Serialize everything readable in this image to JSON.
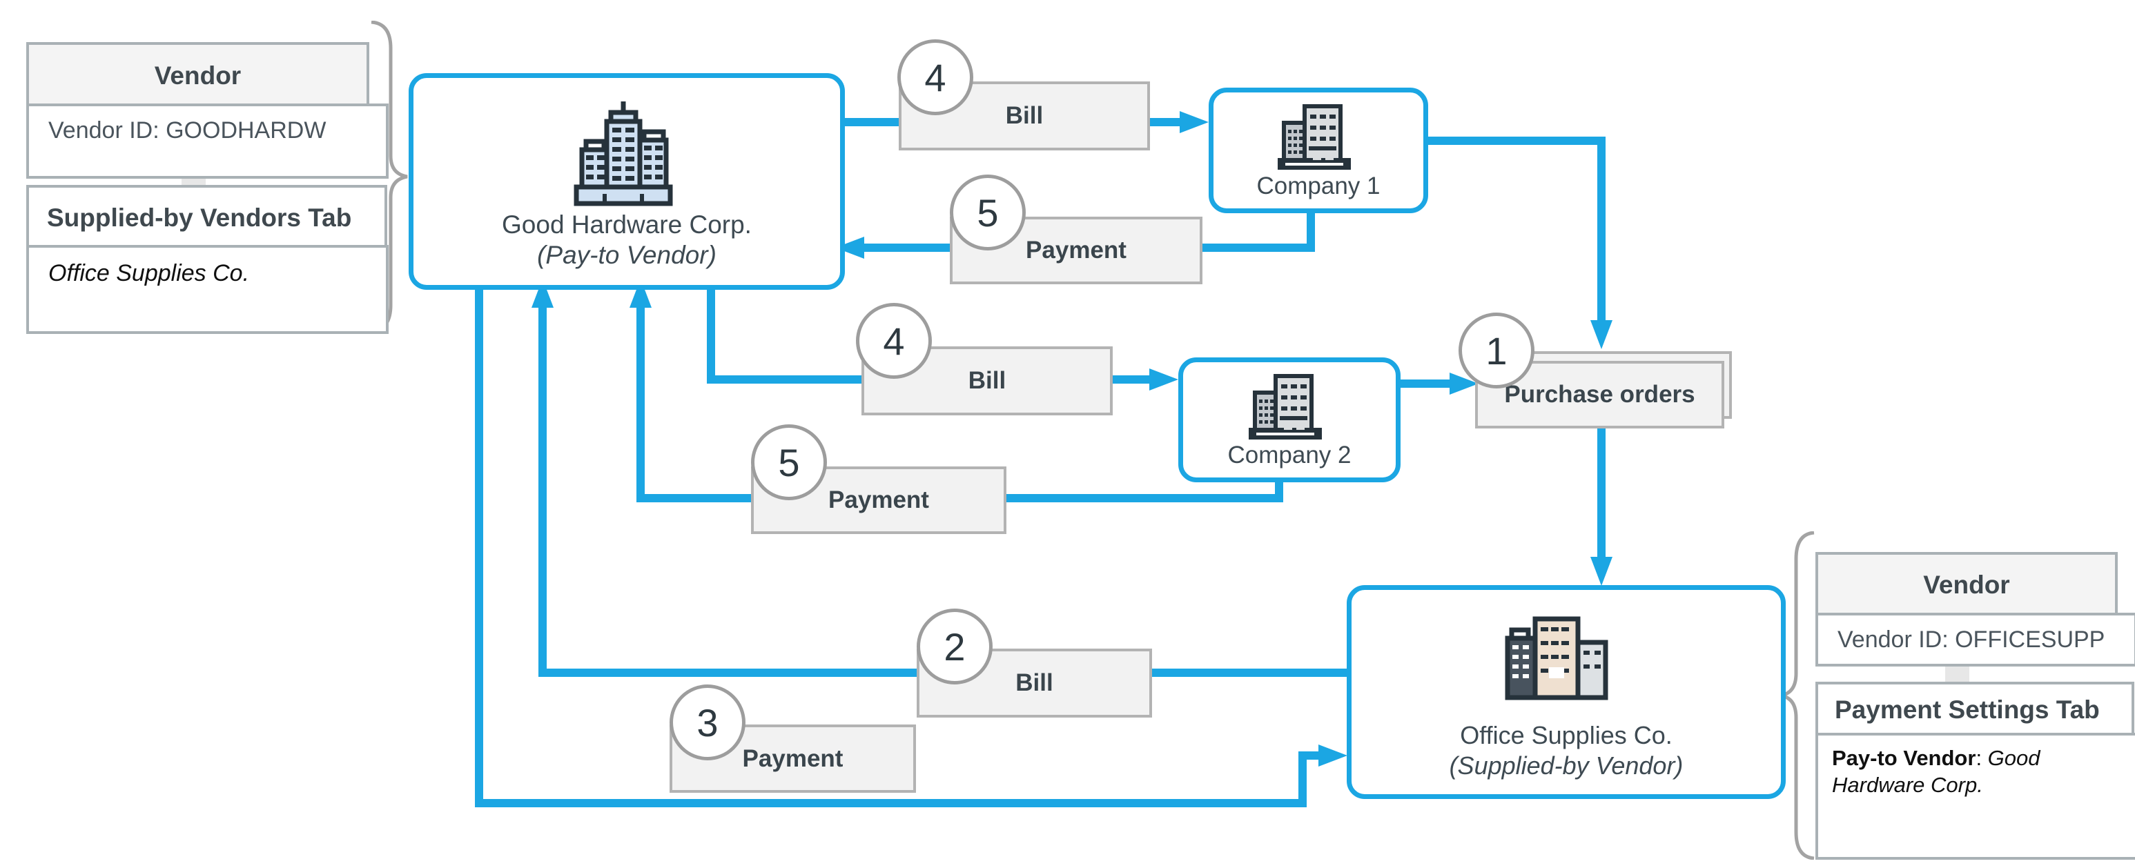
{
  "diagram": {
    "colors": {
      "accent": "#1BA6E3",
      "label_box_fill": "#F2F2F2",
      "label_box_border": "#B3B3B3",
      "table_border": "#A9B1B5",
      "text": "#3E4A52"
    },
    "left_panel": {
      "header": "Vendor",
      "vendor_id": "Vendor ID: GOODHARDW",
      "tab_title": "Supplied-by Vendors Tab",
      "tab_value": "Office Supplies Co."
    },
    "right_panel": {
      "header": "Vendor",
      "vendor_id": "Vendor ID: OFFICESUPP",
      "tab_title": "Payment Settings Tab",
      "pay_to_label": "Pay-to Vendor",
      "pay_to_sep": ": ",
      "pay_to_value": "Good Hardware Corp."
    },
    "nodes": {
      "good_hardware": {
        "title": "Good Hardware Corp.",
        "subtitle": "(Pay-to Vendor)"
      },
      "company1": {
        "label": "Company 1"
      },
      "company2": {
        "label": "Company 2"
      },
      "office_supplies": {
        "title": "Office Supplies Co.",
        "subtitle": "(Supplied-by Vendor)"
      },
      "purchase_orders": {
        "label": "Purchase orders",
        "badge": "1"
      }
    },
    "flow_labels": {
      "bill_company1": {
        "badge": "4",
        "text": "Bill"
      },
      "payment_company1": {
        "badge": "5",
        "text": "Payment"
      },
      "bill_company2": {
        "badge": "4",
        "text": "Bill"
      },
      "payment_company2": {
        "badge": "5",
        "text": "Payment"
      },
      "bill_os": {
        "badge": "2",
        "text": "Bill"
      },
      "payment_os": {
        "badge": "3",
        "text": "Payment"
      }
    }
  }
}
